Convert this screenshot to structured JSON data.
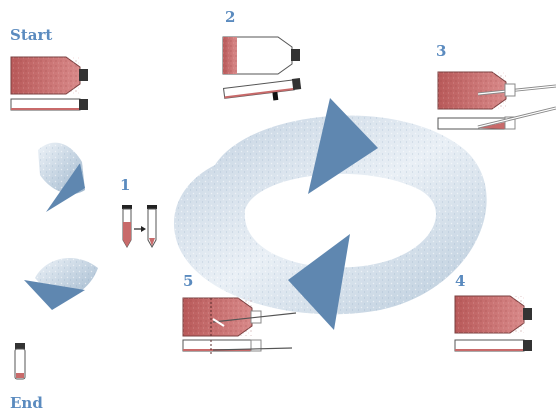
{
  "labels": {
    "start": "Start",
    "end": "End",
    "step1": "1",
    "step2": "2",
    "step3": "3",
    "step4": "4",
    "step5": "5"
  },
  "colors": {
    "label_blue": "#5b8bbf",
    "arrow_blue": "#5f87b0",
    "arrow_light": "#d6e2ee",
    "flask_fill": "#c86a6a",
    "flask_outline": "#5a3a3a",
    "cap": "#333333"
  },
  "icons": [
    "cell-culture-flask-icon",
    "flask-side-view-icon",
    "pipette-icon",
    "centrifuge-tube-icon",
    "cryovial-icon",
    "circular-arrow-icon"
  ]
}
